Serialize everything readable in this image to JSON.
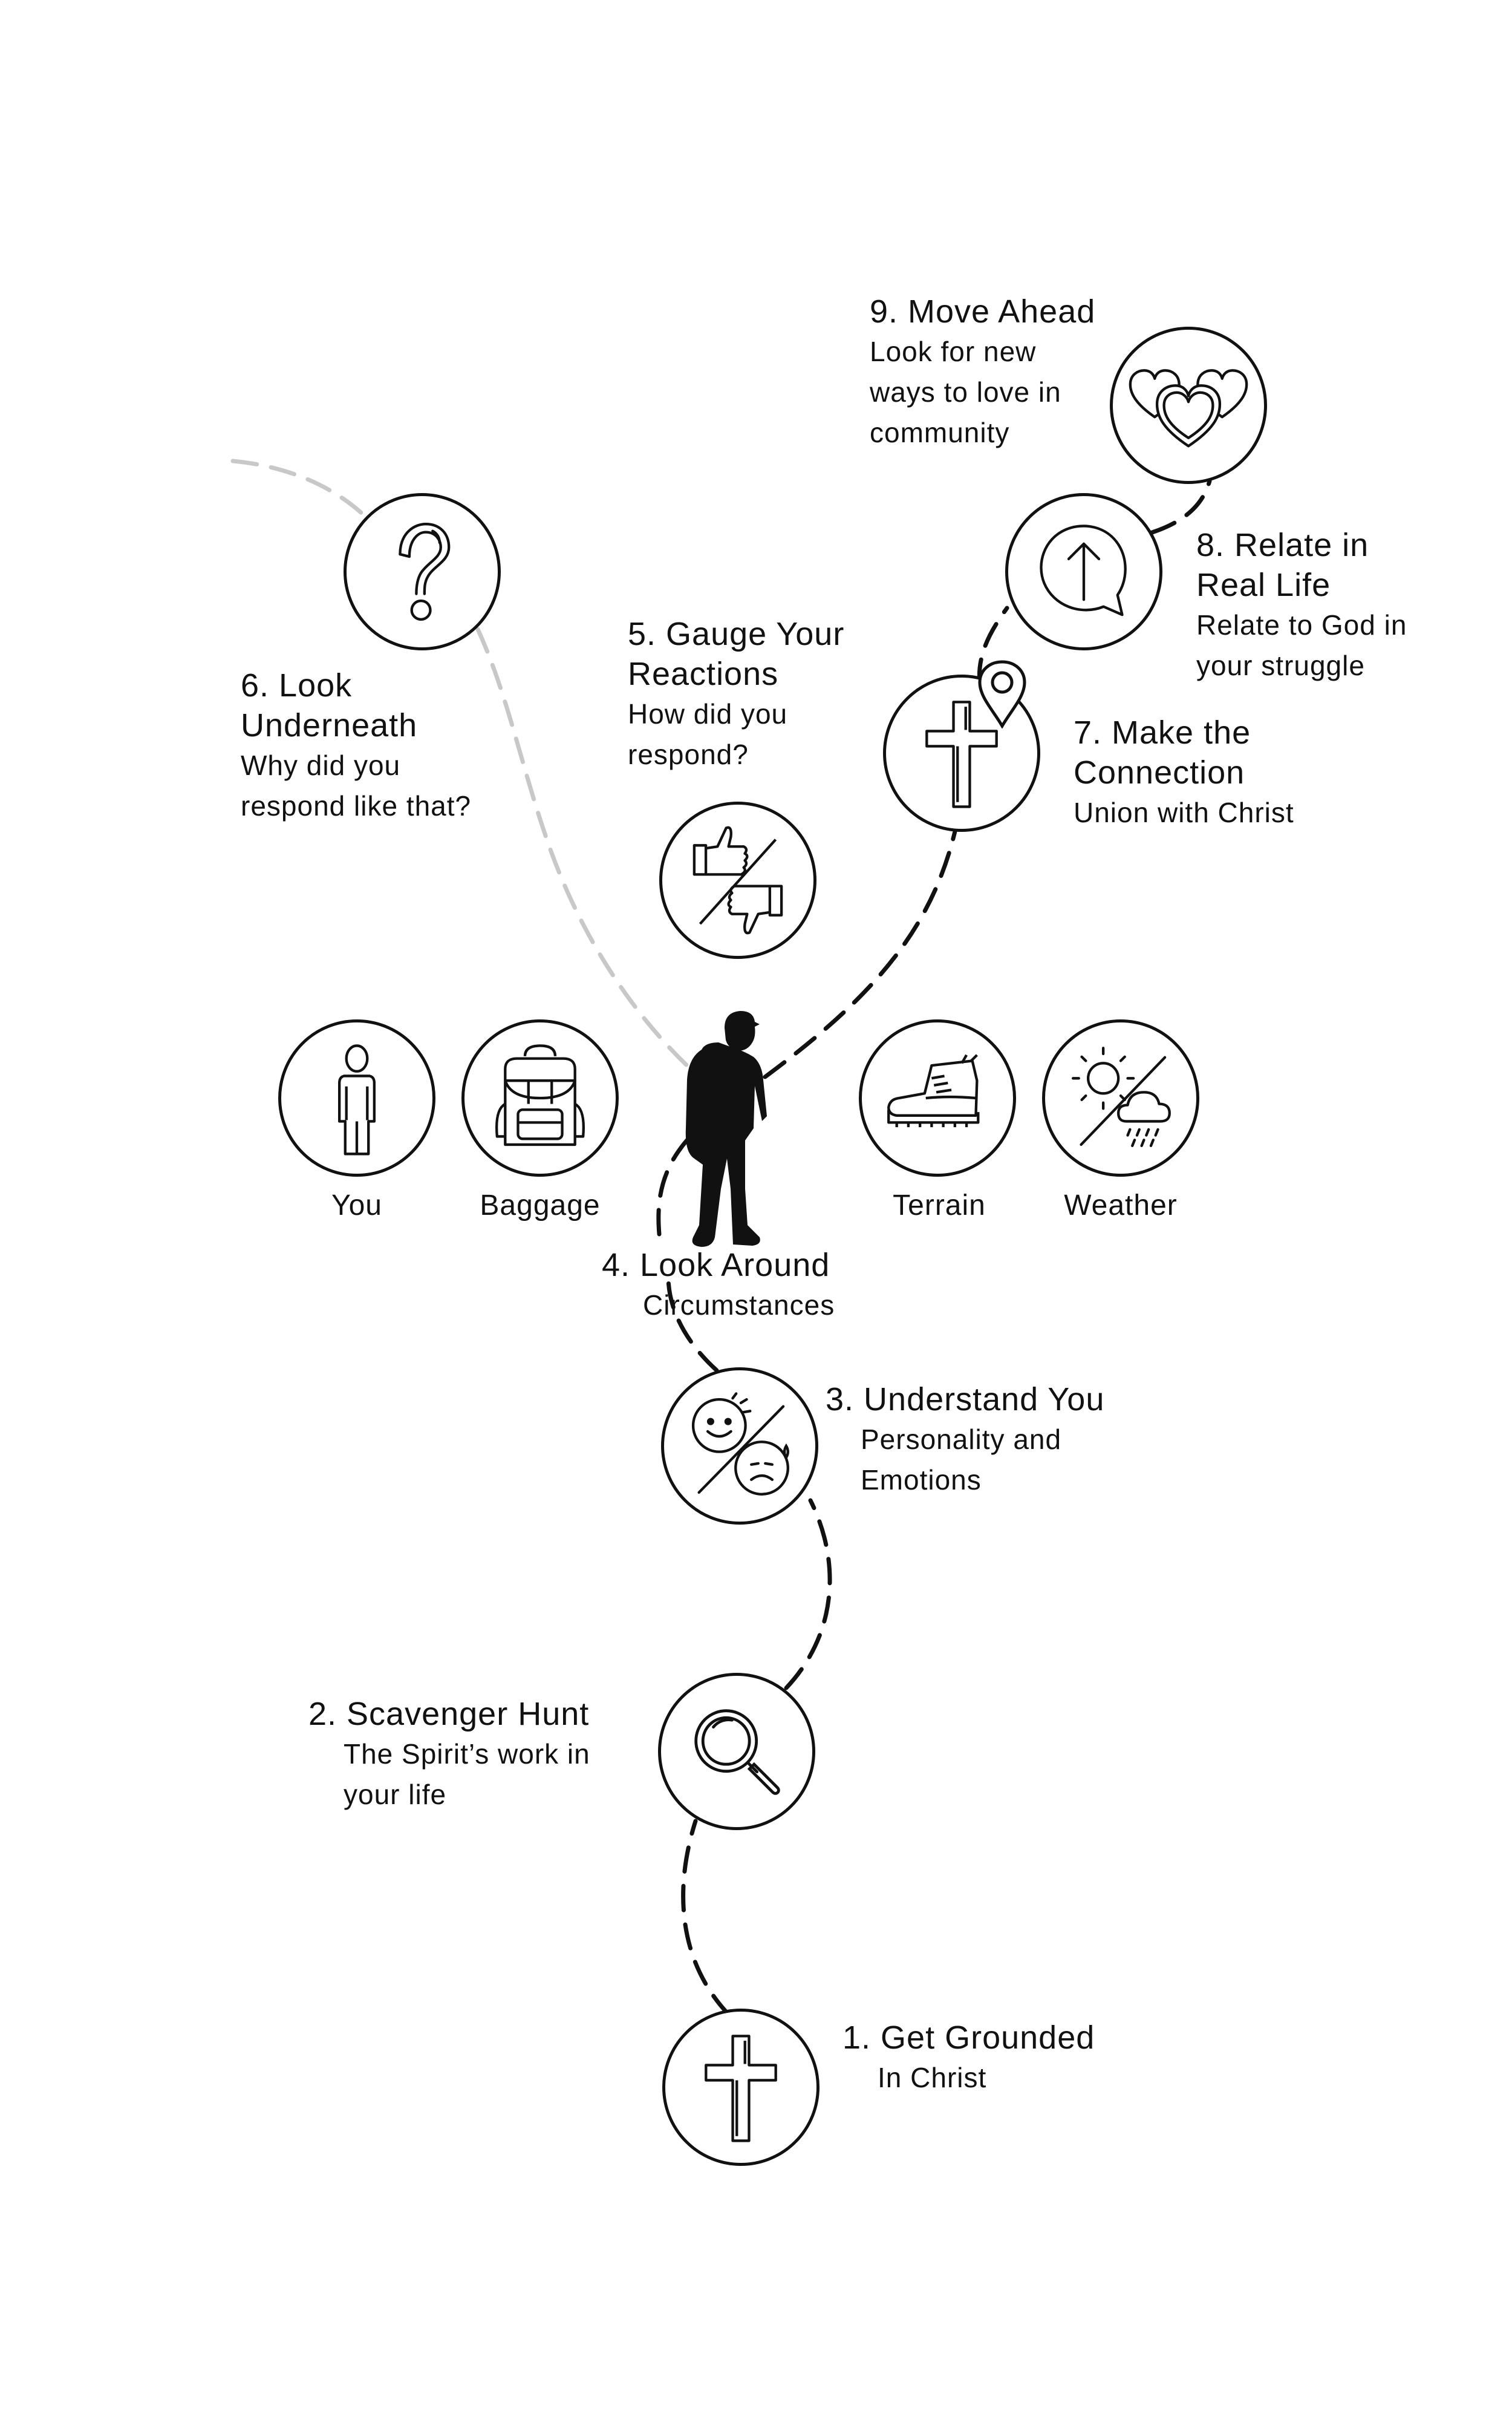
{
  "steps": [
    {
      "title": "1. Get Grounded",
      "subtitle": [
        "In Christ"
      ],
      "icon": "cross-icon"
    },
    {
      "title": "2. Scavenger Hunt",
      "subtitle": [
        "The Spirit’s work in",
        "your life"
      ],
      "icon": "magnifier-icon"
    },
    {
      "title": "3. Understand You",
      "subtitle": [
        "Personality and",
        "Emotions"
      ],
      "icon": "faces-icon"
    },
    {
      "title": "4. Look Around",
      "subtitle": [
        "Circumstances"
      ],
      "icon": "hiker-icon"
    },
    {
      "title": [
        "5. Gauge Your",
        "Reactions"
      ],
      "subtitle": [
        "How did you",
        "respond?"
      ],
      "icon": "thumbs-icon"
    },
    {
      "title": [
        "6. Look",
        "Underneath"
      ],
      "subtitle": [
        "Why did you",
        "respond like that?"
      ],
      "icon": "question-icon"
    },
    {
      "title": [
        "7. Make the",
        "Connection"
      ],
      "subtitle": [
        "Union with Christ"
      ],
      "icon": "cross-pin-icon"
    },
    {
      "title": [
        "8. Relate in",
        "Real Life"
      ],
      "subtitle": [
        "Relate to God in",
        "your struggle"
      ],
      "icon": "speech-arrow-icon"
    },
    {
      "title": "9. Move Ahead",
      "subtitle": [
        "Look for new",
        "ways to love in",
        "community"
      ],
      "icon": "hearts-icon"
    }
  ],
  "circumstances": [
    {
      "label": "You",
      "icon": "person-icon"
    },
    {
      "label": "Baggage",
      "icon": "backpack-icon"
    },
    {
      "label": "Terrain",
      "icon": "boot-icon"
    },
    {
      "label": "Weather",
      "icon": "weather-icon"
    }
  ],
  "colors": {
    "ink": "#111111",
    "faded_path": "#c8c8c8"
  }
}
